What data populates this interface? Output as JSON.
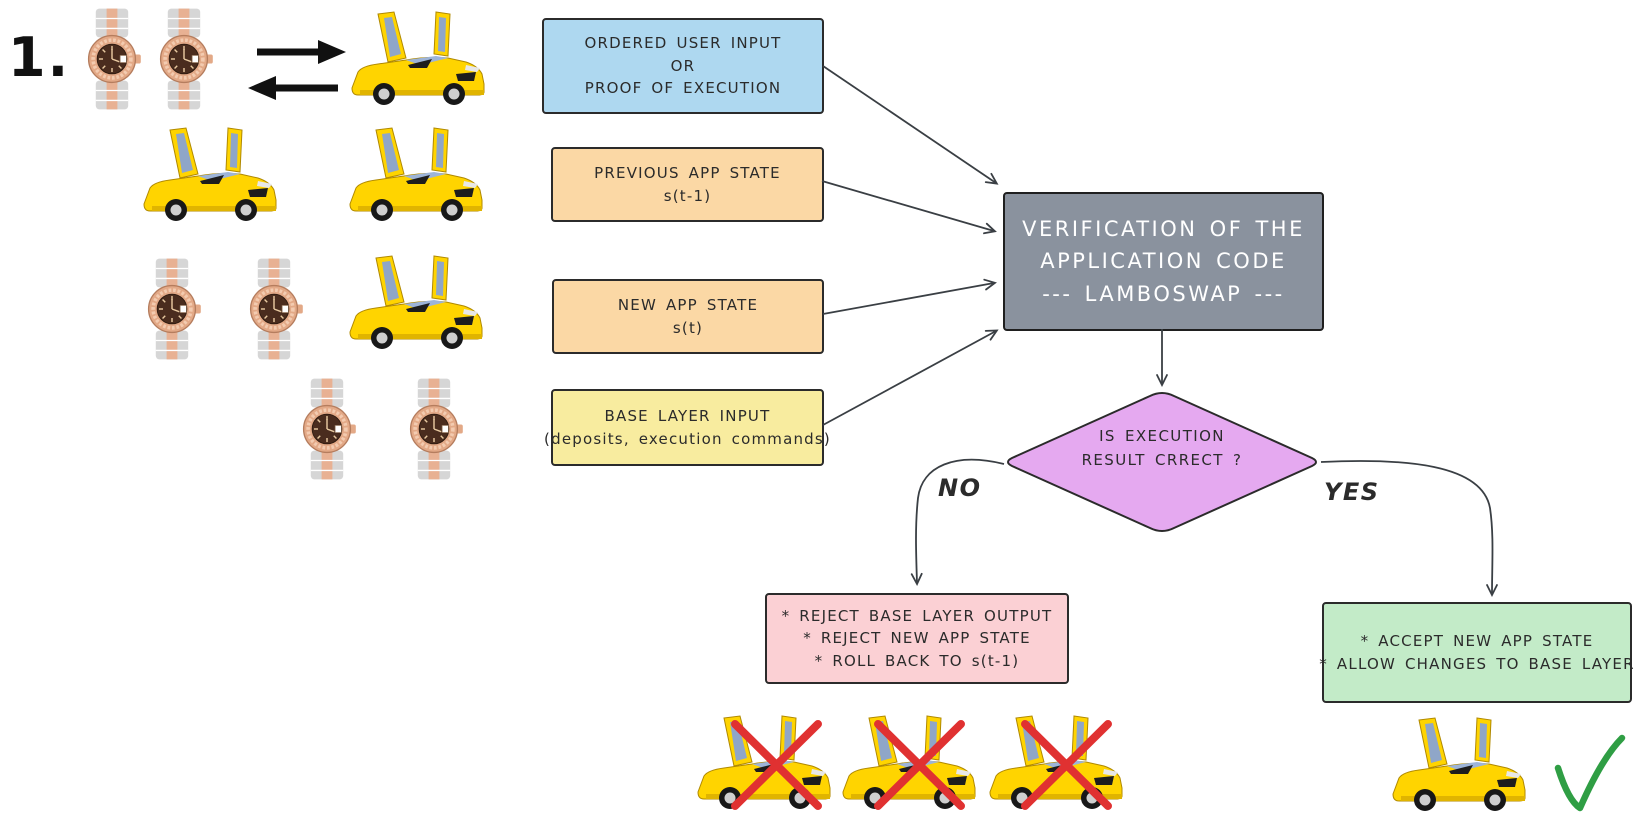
{
  "step_label": "1.",
  "labels": {
    "no": "NO",
    "yes": "YES"
  },
  "boxes": {
    "ordered_input": {
      "lines": [
        "ORDERED USER INPUT",
        "OR",
        "PROOF OF EXECUTION"
      ],
      "bg": "#aed8f0"
    },
    "prev_state": {
      "lines": [
        "PREVIOUS APP STATE",
        "s(t-1)"
      ],
      "bg": "#fbd8a5"
    },
    "new_state": {
      "lines": [
        "NEW APP STATE",
        "s(t)"
      ],
      "bg": "#fbd8a5"
    },
    "base_input": {
      "lines": [
        "BASE LAYER INPUT",
        "(deposits, execution commands)"
      ],
      "bg": "#f8ec9f"
    },
    "verification": {
      "lines": [
        "VERIFICATION OF THE",
        "APPLICATION CODE",
        "--- LAMBOSWAP ---"
      ],
      "bg": "#8a929e",
      "text_color": "#ffffff"
    },
    "decision": {
      "lines": [
        "IS EXECUTION",
        "RESULT CRRECT ?"
      ],
      "bg": "#e5a9f0"
    },
    "reject": {
      "lines": [
        "* REJECT BASE LAYER OUTPUT",
        "* REJECT NEW APP STATE",
        "* ROLL BACK TO s(t-1)"
      ],
      "bg": "#fbd0d4"
    },
    "accept": {
      "lines": [
        "* ACCEPT NEW APP STATE",
        "* ALLOW CHANGES TO BASE LAYER"
      ],
      "bg": "#c3ebc8"
    }
  },
  "icons": {
    "watch": "rolex-watch-icon",
    "car": "lamborghini-car-icon",
    "swap": "swap-arrows-icon",
    "cross": "red-cross-icon",
    "check": "green-check-icon",
    "flow_arrow": "flow-arrow-icon"
  },
  "colors": {
    "arrow": "#3a3f44",
    "border": "#2b2b2b",
    "cross": "#e03131",
    "check": "#2f9e44",
    "car_body": "#ffd400",
    "watch_gold": "#e3a987"
  },
  "asset_groups": {
    "row1": {
      "watches": 2,
      "cars": 1,
      "swap_arrows": true
    },
    "row2": {
      "cars": 2
    },
    "row3": {
      "watches": 2,
      "cars": 1
    },
    "row4": {
      "watches": 2
    },
    "rejected_cars": 3,
    "accepted_cars": 1
  }
}
